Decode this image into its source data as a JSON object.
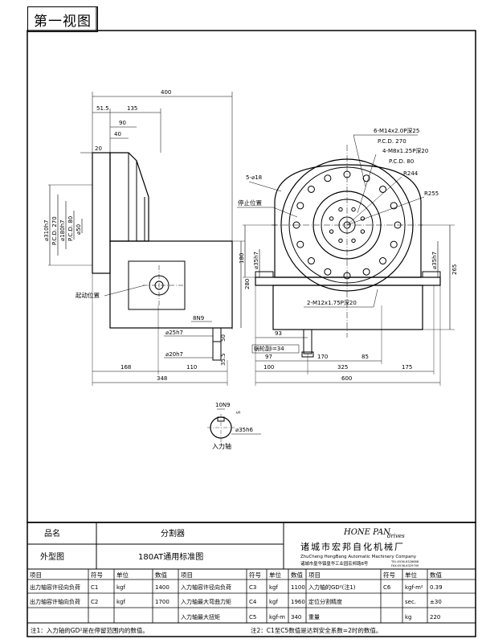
{
  "view_title": "第一视图",
  "side_view": {
    "dims": {
      "overall_width": "400",
      "d51_5": "51.5",
      "d135": "135",
      "d90": "90",
      "d40": "40",
      "d20": "20",
      "dia_out": "⌀310h7",
      "pcd270": "P.C.D. 270",
      "dia180": "⌀180h7",
      "pcd80": "P.C.D. 80",
      "dia50": "⌀50",
      "height280": "280",
      "key8n9": "8N9",
      "dia25": "⌀25h7",
      "d50": "50",
      "dia20": "⌀20h7",
      "d35_5": "35.5",
      "d168": "168",
      "d110": "110",
      "d348": "348"
    },
    "start_position_label": "起动位置"
  },
  "front_view": {
    "callouts": {
      "tap1": "6-M14x2.0P深25",
      "pcd1": "P.C.D. 270",
      "tap2": "4-M8x1.25P深20",
      "pcd2": "P.C.D. 80",
      "r244": "R244",
      "r255": "R255",
      "chamfer": "5-⌀18",
      "stop_position": "停止位置",
      "tap3": "2-M12x1.75P深20",
      "worm": "蜗轮副i=34"
    },
    "dims": {
      "d180": "180",
      "dia35": "⌀35h7",
      "dia35b": "⌀35h7",
      "d265": "265",
      "d93": "93",
      "d97": "97",
      "d170": "170",
      "d85": "85",
      "d100": "100",
      "d325": "325",
      "d175": "175",
      "d600": "600"
    }
  },
  "shaft_detail": {
    "key": "10N9",
    "d5": "5",
    "dia": "⌀35h6",
    "label": "入力轴"
  },
  "title_block": {
    "product_name_label": "品名",
    "product_name": "分割器",
    "outline_label": "外型图",
    "drawing_name": "180AT通用标准图",
    "brand": "HONE PAN",
    "brand_suffix": "drives",
    "company_cn": "诸城市宏邦自化机械厂",
    "company_en": "ZhuCheng HongBang Automatic Machinery Company",
    "address": "诸城市皇华镇皇华工业园宏邦路8号",
    "tel": "TEL:0536-6328688",
    "fax": "FAX:0536-6329709",
    "headers": [
      "项目",
      "符号",
      "单位",
      "数值",
      "项目",
      "符号",
      "单位",
      "数值",
      "项目",
      "符号",
      "单位",
      "数值"
    ],
    "rows": [
      [
        "出力轴容许径向负荷",
        "C1",
        "kgf",
        "1400",
        "入力轴容许径向负荷",
        "C3",
        "kgf",
        "1100",
        "入力轴的GD²(注1)",
        "C6",
        "kgf-m²",
        "0.39"
      ],
      [
        "出力轴容许轴向负荷",
        "C2",
        "kgf",
        "1700",
        "入力轴最大弯曲力矩",
        "C4",
        "kgf",
        "1960",
        "定位分割精度",
        "",
        "sec.",
        "±30"
      ],
      [
        "",
        "",
        "",
        "",
        "入力轴最大扭矩",
        "C5",
        "kgf-m",
        "340",
        "重量",
        "",
        "kg",
        "220"
      ]
    ],
    "note1": "注1：入力轴的GD²是在停留范围内的数值。",
    "note2": "注2：C1至C5数值是达到安全系数=2时的数值。"
  }
}
